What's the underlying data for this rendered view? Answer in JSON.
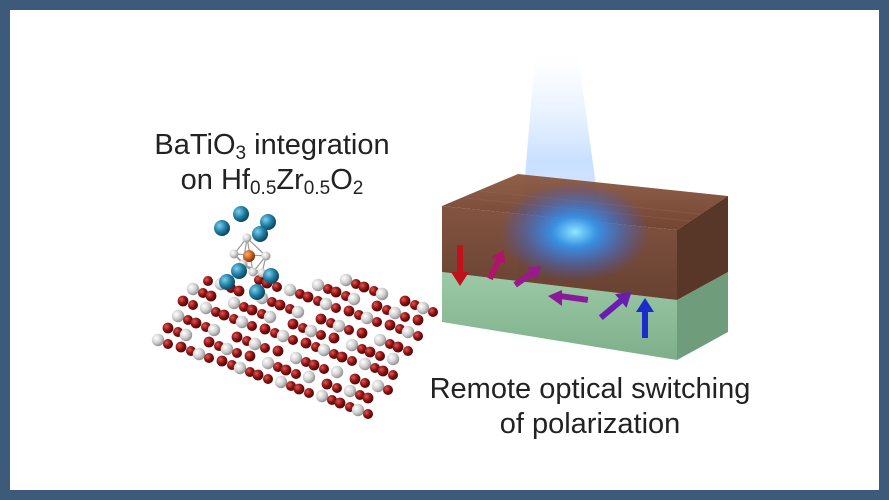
{
  "left_caption": {
    "line1_pre": "BaTiO",
    "line1_sub": "3",
    "line1_post": " integration",
    "line2_pre": "on Hf",
    "line2_sub1": "0.5",
    "line2_mid": "Zr",
    "line2_sub2": "0.5",
    "line2_o": "O",
    "line2_sub3": "2"
  },
  "right_caption": {
    "line1": "Remote optical switching",
    "line2": "of polarization"
  },
  "colors": {
    "frame_border": "#3d5a7a",
    "oxygen_atom": "#8b1111",
    "metal_atom": "#d0d0d0",
    "barium_atom": "#1f7ea3",
    "titanium_atom": "#c55a1a",
    "top_layer": "#7a4a34",
    "bottom_layer": "#8fbf9a",
    "light_beam": "#2e7bff",
    "arrow_red": "#c0121b",
    "arrow_purple": "#8a1a9a",
    "arrow_blue": "#1a2ccc"
  },
  "icons": {
    "lattice": "crystal-lattice-illustration",
    "device": "layered-device-illustration"
  }
}
